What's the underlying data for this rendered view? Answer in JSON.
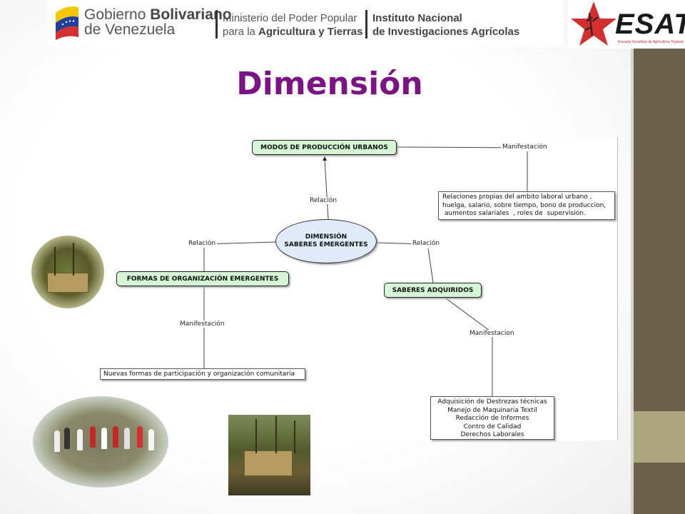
{
  "header": {
    "gov_line1_regular": "Gobierno ",
    "gov_line1_bold": "Bolivariano",
    "gov_line2": "de Venezuela",
    "ministry_line1": "Ministerio del Poder Popular",
    "ministry_line2_regular": "para la ",
    "ministry_line2_bold": "Agricultura y Tierras",
    "institute_line1": "Instituto Nacional",
    "institute_line2": "de Investigaciones Agrícolas",
    "esat_word": "ESAT",
    "esat_subtitle": "Escuela Socialista de Agricultura Tropical"
  },
  "title": "Dimensión",
  "concept_map": {
    "center": {
      "line1": "DIMENSIÓN",
      "line2": "SABERES EMERGENTES"
    },
    "modos": "MODOS DE PRODUCCIÓN URBANOS",
    "formas": "FORMAS DE  ORGANIZACIÓN EMERGENTES",
    "saberes": "SABERES ADQUIRIDOS",
    "relaciones_box": [
      "Relaciones propias del ambito laboral urbano ,",
      "huelga, salario, sobre tiempo, bono de produccion,",
      " aumentos salariales  , roles de  supervision."
    ],
    "nuevas_box": "Nuevas formas de participación y organización comunitaria",
    "adquisicion_box": [
      "Adquisición de Destrezas técnicas",
      "Manejo de Maquinaria Textil",
      "Redacción de Informes",
      "Contro de Calidad",
      "Derechos Laborales"
    ],
    "labels": {
      "rel_top": "Relación",
      "rel_left": "Relación",
      "rel_right": "Relación",
      "manif_top": "Manifestación",
      "manif_left": "Manifestación",
      "manif_right": "Manifestacion"
    }
  },
  "colors": {
    "title": "#7a1484",
    "side_bar": "#6b614a",
    "side_band": "#aaa57c",
    "node_green": "#d6f7d6",
    "node_center": "#dfeafb",
    "esat_red": "#c62828"
  }
}
